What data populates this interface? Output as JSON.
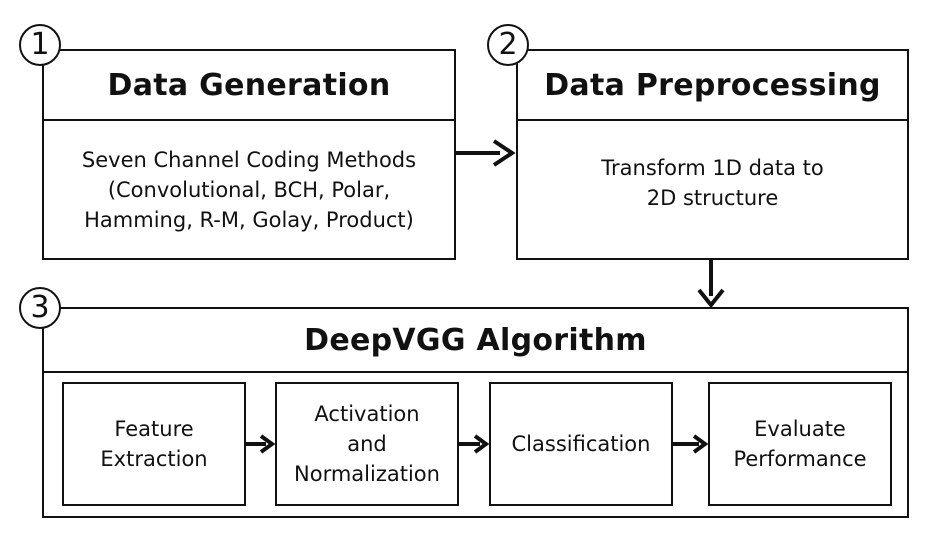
{
  "diagram": {
    "stage1": {
      "number": "1",
      "title": "Data Generation",
      "lines": [
        "Seven Channel Coding Methods",
        "(Convolutional, BCH, Polar,",
        "Hamming, R-M, Golay, Product)"
      ]
    },
    "stage2": {
      "number": "2",
      "title": "Data Preprocessing",
      "lines": [
        "Transform 1D data to",
        "2D structure"
      ]
    },
    "stage3": {
      "number": "3",
      "title": "DeepVGG Algorithm",
      "steps": [
        {
          "lines": [
            "Feature",
            "Extraction"
          ]
        },
        {
          "lines": [
            "Activation",
            "and",
            "Normalization"
          ]
        },
        {
          "lines": [
            "Classification"
          ]
        },
        {
          "lines": [
            "Evaluate",
            "Performance"
          ]
        }
      ]
    }
  }
}
